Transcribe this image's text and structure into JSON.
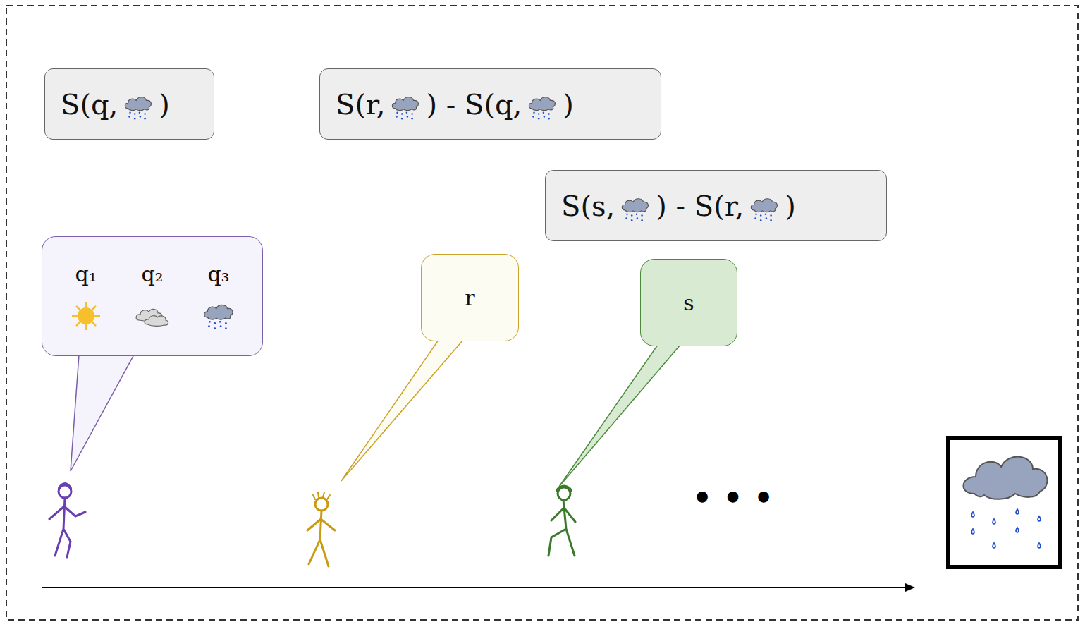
{
  "diagram": {
    "nodes": [
      {
        "text": [
          "S(q,",
          ")"
        ]
      },
      {
        "text": [
          "S(r,",
          ") - S(q,",
          ")"
        ]
      },
      {
        "text": [
          "S(s,",
          ") - S(r,",
          ")"
        ]
      },
      {
        "text": [
          "q₁",
          "q₂",
          "q₃"
        ]
      },
      {
        "text": [
          "r"
        ]
      },
      {
        "text": [
          "s"
        ]
      }
    ],
    "labels": [
      "• • •"
    ]
  }
}
